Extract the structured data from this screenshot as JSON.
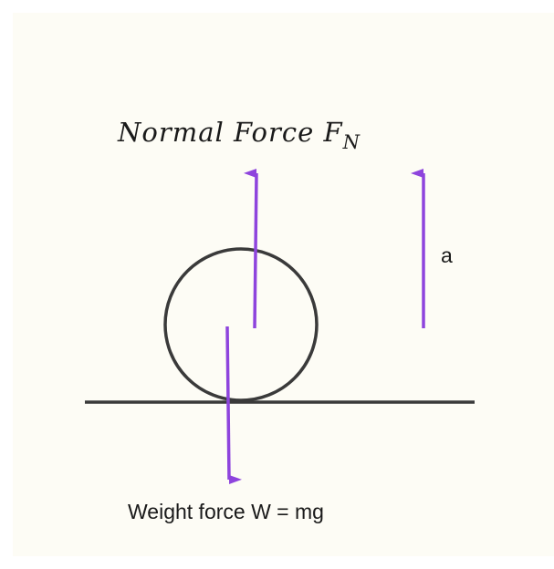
{
  "diagram": {
    "normal_force_label": "Normal Force F",
    "normal_force_subscript": "N",
    "acceleration_label": "a",
    "weight_label": "Weight force W = mg"
  },
  "colors": {
    "background": "#fdfcf5",
    "arrow": "#8e44dd",
    "line": "#3a3a3a",
    "text": "#1a1a1a"
  }
}
